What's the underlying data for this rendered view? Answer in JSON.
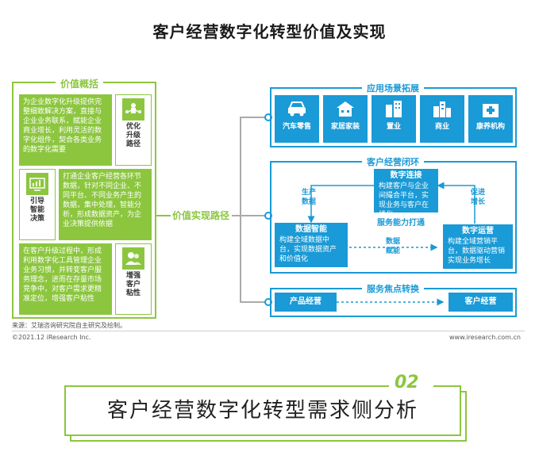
{
  "title": "客户经营数字化转型价值及实现",
  "value_panel": {
    "title": "价值概括",
    "items": [
      {
        "text": "为企业数字化升级提供完整细致解决方案，直接与企业业务联系，赋能企业商业增长，利用灵活的数字化组件，契合各类业务的数字化需要",
        "label": "优化升级路径"
      },
      {
        "text": "打通企业客户经营各环节数据，针对不同企业、不同平台、不同业务产生的数据，集中处理，智能分析，形成数据资产，为企业决策提供依据",
        "label": "引导智能决策"
      },
      {
        "text": "在客户升级过程中，形成利用数字化工具管理企业业务习惯，并转变客户服务理念，进而在存量市场竞争中，对客户需求更精准定位，增强客户粘性",
        "label": "增强客户粘性"
      }
    ]
  },
  "path_label": "价值实现路径",
  "scenarios": {
    "title": "应用场景拓展",
    "items": [
      "汽车零售",
      "家居家装",
      "置业",
      "商业",
      "康养机构"
    ]
  },
  "loop": {
    "title": "客户经营闭环",
    "connect": {
      "title": "数字连接",
      "text": "构建客户与企业间撮合平台，实现业务与客户在线化"
    },
    "left_label": "生产\n数据",
    "right_label": "促进\n增长",
    "center_label": "服务能力打通",
    "data_intel": {
      "title": "数据智能",
      "text": "构建全域数据中台，实现数据资产和价值化"
    },
    "middle_label": "数据\n赋能",
    "ops": {
      "title": "数字运营",
      "text": "构建全域营销平台，数据驱动营销实现业务增长"
    }
  },
  "shift": {
    "title": "服务焦点转换",
    "from": "产品经营",
    "to": "客户经营"
  },
  "source": "来源：艾瑞咨询研究院自主研究及绘制。",
  "copyright": "©2021.12 iResearch Inc.",
  "website": "www.iresearch.com.cn",
  "section": {
    "number": "02",
    "title": "客户经营数字化转型需求侧分析"
  },
  "colors": {
    "green": "#8cc63f",
    "blue": "#1a9ad6"
  }
}
